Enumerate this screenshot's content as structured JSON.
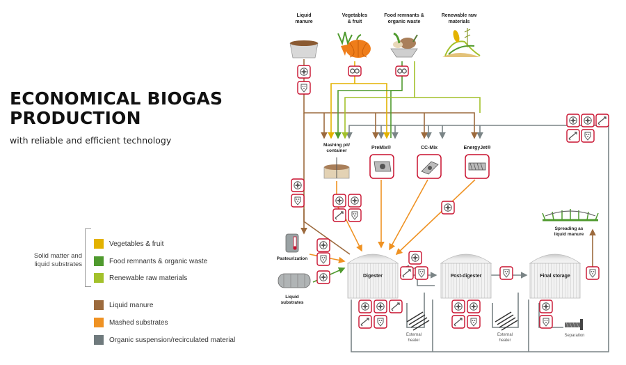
{
  "title": {
    "line1": "ECONOMICAL BIOGAS",
    "line2": "PRODUCTION"
  },
  "subtitle": "with reliable and efficient technology",
  "legend": {
    "group_label": "Solid matter and liquid  substrates",
    "items": [
      {
        "label": "Vegetables & fruit",
        "color": "#e3b200"
      },
      {
        "label": "Food remnants & organic waste",
        "color": "#4f9a2e"
      },
      {
        "label": "Renewable raw materials",
        "color": "#a3c12b"
      },
      {
        "label": "Liquid manure",
        "color": "#9c6a3d"
      },
      {
        "label": "Mashed substrates",
        "color": "#ef9223"
      },
      {
        "label": "Organic suspension/recirculated material",
        "color": "#6f7a7d"
      }
    ]
  },
  "colors": {
    "accent": "#c8102e",
    "grey": "#7a8486"
  },
  "diagram": {
    "inputs": {
      "manure": {
        "line1": "Liquid",
        "line2": "manure"
      },
      "veg": {
        "line1": "Vegetables",
        "line2": "& fruit"
      },
      "food": {
        "line1": "Food remnants &",
        "line2": "organic waste"
      },
      "raw": {
        "line1": "Renewable raw",
        "line2": "materials"
      }
    },
    "mashing": {
      "line1": "Mashing pit/",
      "line2": "container"
    },
    "premix": "PreMix®",
    "ccmix": "CC-Mix",
    "energyjet": "EnergyJet®",
    "pasteurization": "Pasteurization",
    "liquid_substrates": {
      "line1": "Liquid",
      "line2": "substrates"
    },
    "digester": "Digester",
    "post_digester": "Post-digester",
    "final_storage": "Final storage",
    "spreading": {
      "line1": "Spreading as",
      "line2": "liquid manure"
    },
    "heater1": {
      "line1": "External",
      "line2": "heater"
    },
    "heater2": {
      "line1": "External",
      "line2": "heater"
    },
    "separation": "Separation"
  }
}
